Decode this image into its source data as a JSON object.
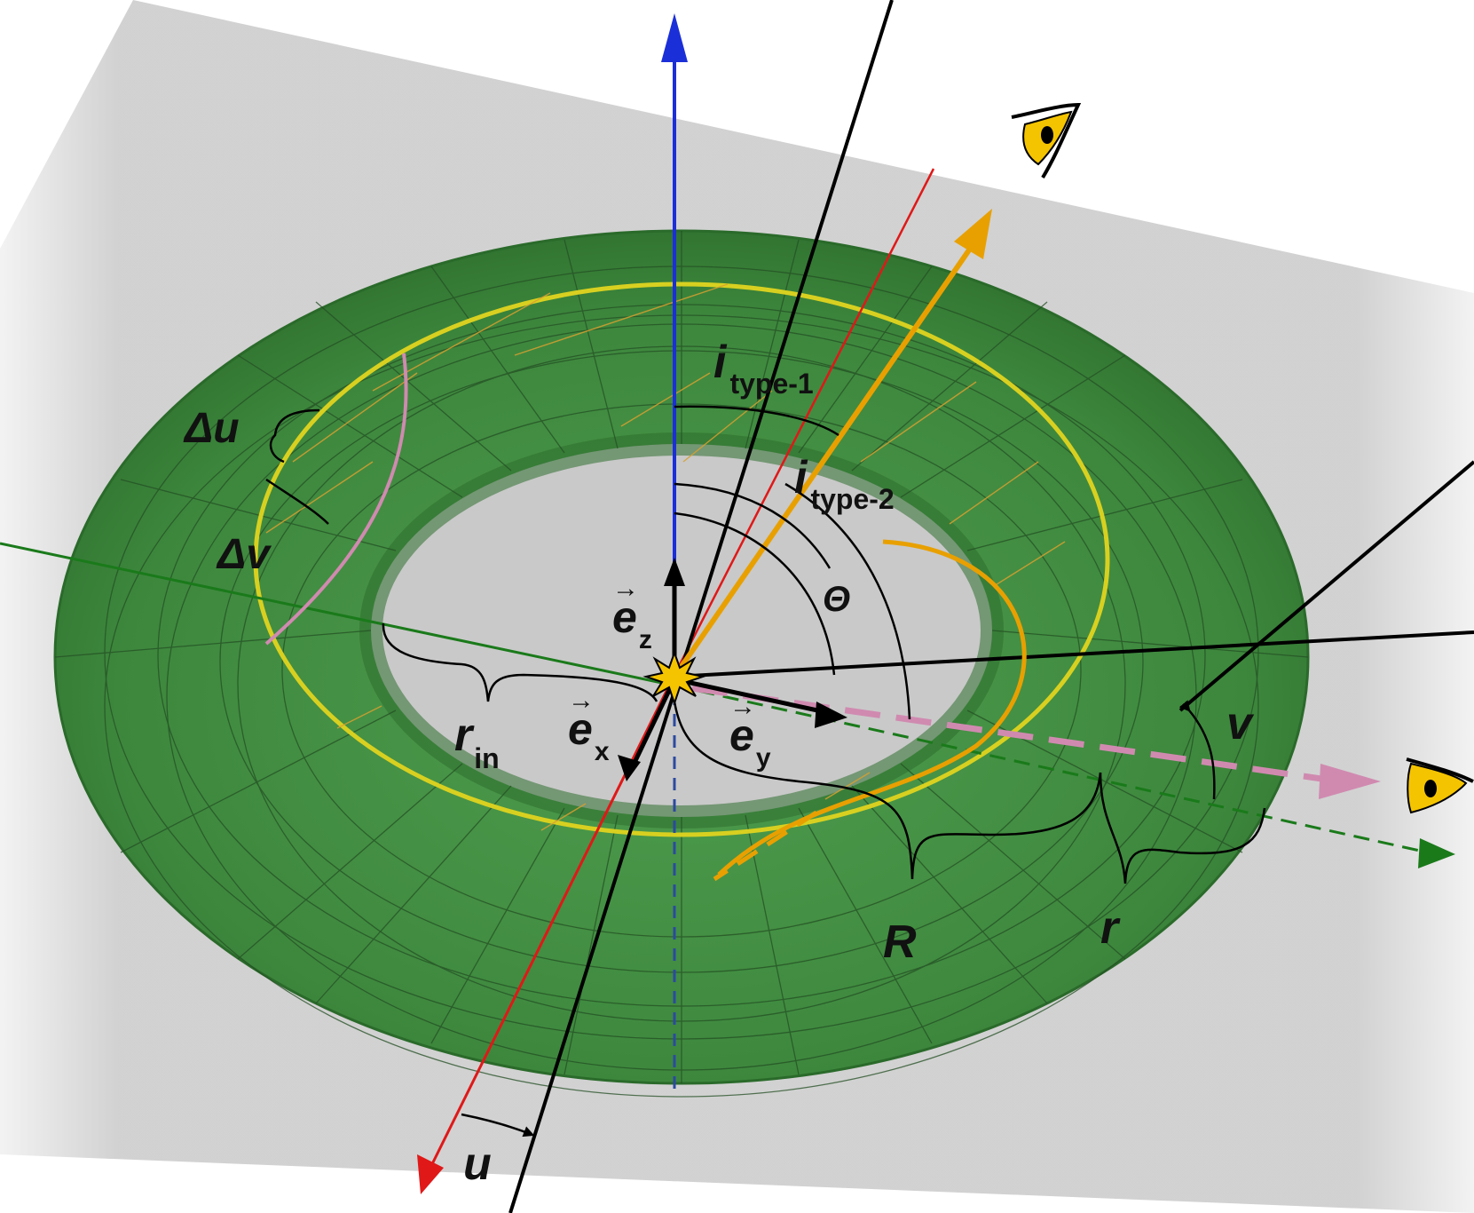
{
  "labels": {
    "i1_main": "i",
    "i1_sub": "type-1",
    "i2_main": "i",
    "i2_sub": "type-2",
    "theta": "Θ",
    "delta_u": "Δu",
    "delta_v": "Δv",
    "ez_main": "e",
    "ez_sub": "z",
    "ex_main": "e",
    "ex_sub": "x",
    "ey_main": "e",
    "ey_sub": "y",
    "rin_main": "r",
    "rin_sub": "in",
    "R": "R",
    "r": "r",
    "u": "u",
    "v": "v"
  },
  "colors": {
    "torus": "#3f8a3f",
    "torus_dark": "#2a6a2a",
    "plane": "#c8c8c8",
    "z_axis": "#1b2fd8",
    "y_axis": "#1a7a1a",
    "x_axis": "#e01818",
    "observer_ray": "#e8a000",
    "pink_ray": "#d08ab0",
    "yellow_ring": "#d8d020",
    "source": "#f5c400"
  }
}
